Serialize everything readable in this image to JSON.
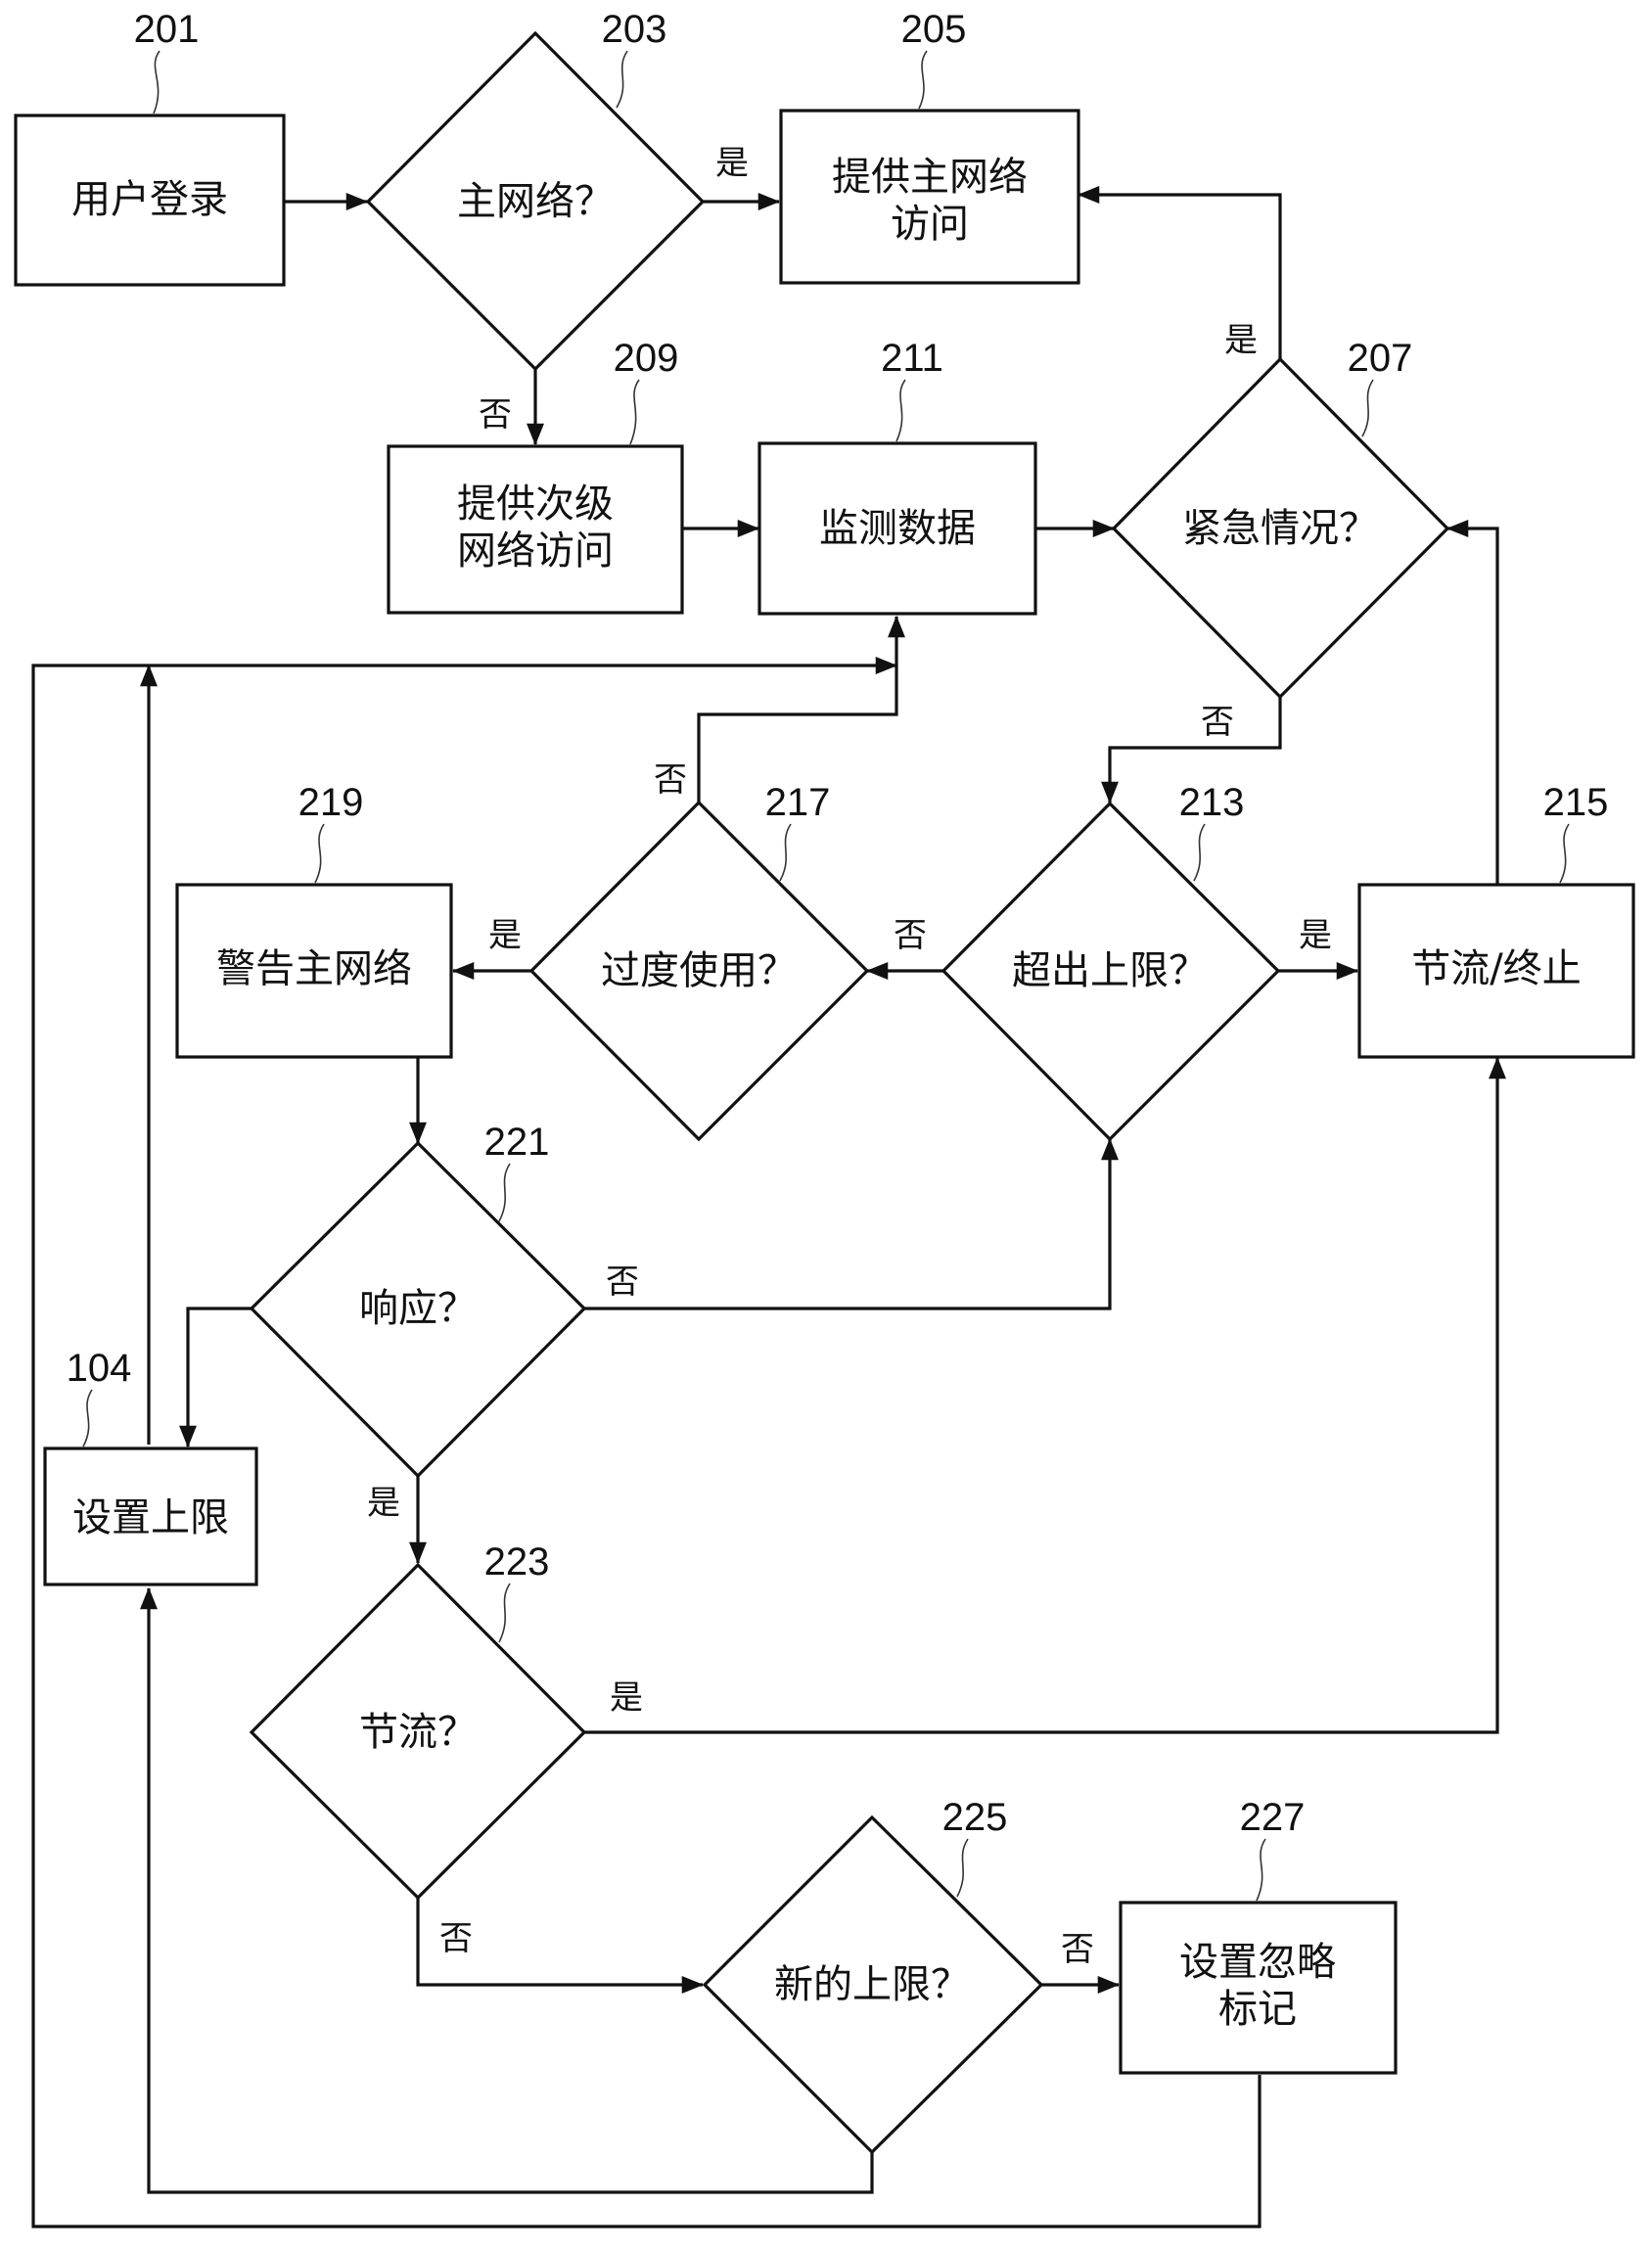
{
  "nodes": {
    "n201": {
      "ref": "201",
      "lines": [
        "用户登录"
      ]
    },
    "n203": {
      "ref": "203",
      "lines": [
        "主网络？"
      ]
    },
    "n205": {
      "ref": "205",
      "lines": [
        "提供主网络",
        "访问"
      ]
    },
    "n209": {
      "ref": "209",
      "lines": [
        "提供次级",
        "网络访问"
      ]
    },
    "n211": {
      "ref": "211",
      "lines": [
        "监测数据"
      ]
    },
    "n207": {
      "ref": "207",
      "lines": [
        "紧急情况？"
      ]
    },
    "n213": {
      "ref": "213",
      "lines": [
        "超出上限？"
      ]
    },
    "n215": {
      "ref": "215",
      "lines": [
        "节流/终止"
      ]
    },
    "n217": {
      "ref": "217",
      "lines": [
        "过度使用？"
      ]
    },
    "n219": {
      "ref": "219",
      "lines": [
        "警告主网络"
      ]
    },
    "n221": {
      "ref": "221",
      "lines": [
        "响应？"
      ]
    },
    "n104": {
      "ref": "104",
      "lines": [
        "设置上限"
      ]
    },
    "n223": {
      "ref": "223",
      "lines": [
        "节流？"
      ]
    },
    "n225": {
      "ref": "225",
      "lines": [
        "新的上限？"
      ]
    },
    "n227": {
      "ref": "227",
      "lines": [
        "设置忽略",
        "标记"
      ]
    }
  },
  "edge_labels": {
    "e203_205": "是",
    "e203_209": "否",
    "e207_205": "是",
    "e207_213": "否",
    "e213_215": "是",
    "e213_217": "否",
    "e217_219": "是",
    "e217_211": "否",
    "e221_213": "否",
    "e221_223": "是",
    "e223_215": "是",
    "e223_225": "否",
    "e225_227": "否"
  },
  "colors": {
    "ink": "#111111",
    "background": "#ffffff"
  }
}
